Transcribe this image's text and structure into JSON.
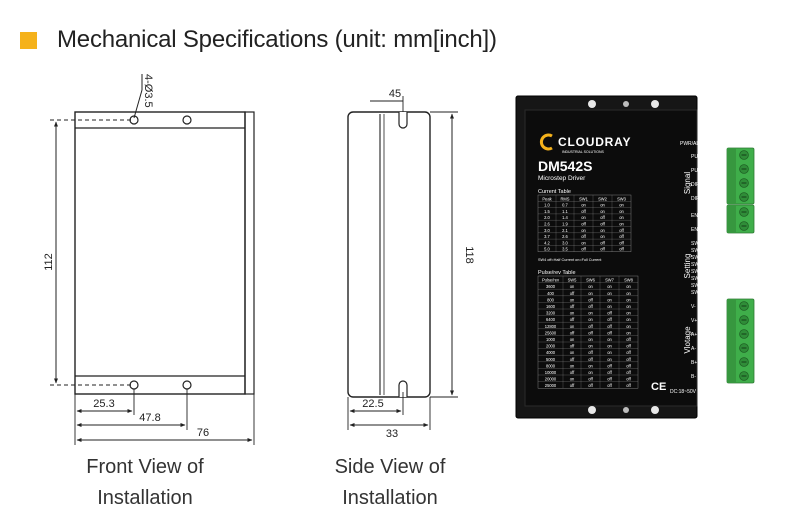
{
  "header": {
    "title": "Mechanical Specifications (unit: mm[inch])",
    "accent_color": "#f5b21b"
  },
  "front_view": {
    "hole_label": "4-Ø3.5",
    "dim_height": "112",
    "dim_a": "25.3",
    "dim_b": "47.8",
    "dim_width": "76",
    "caption_line1": "Front View of",
    "caption_line2": "Installation"
  },
  "side_view": {
    "dim_top": "45",
    "dim_height": "118",
    "dim_a": "22.5",
    "dim_width": "33",
    "caption_line1": "Side View of",
    "caption_line2": "Installation"
  },
  "device": {
    "brand": "CLOUDRAY",
    "brand_sub": "INDUSTRIAL SOLUTIONS",
    "model": "DM542S",
    "subtitle": "Microstep Driver",
    "current_table": {
      "title": "Current Table",
      "headers": [
        "Peak",
        "RMS",
        "SW1",
        "SW2",
        "SW3"
      ],
      "rows": [
        [
          "1.0",
          "0.7",
          "on",
          "on",
          "on"
        ],
        [
          "1.5",
          "1.1",
          "off",
          "on",
          "on"
        ],
        [
          "2.0",
          "1.4",
          "on",
          "off",
          "on"
        ],
        [
          "2.6",
          "1.9",
          "off",
          "off",
          "on"
        ],
        [
          "3.0",
          "2.1",
          "on",
          "on",
          "off"
        ],
        [
          "3.7",
          "2.6",
          "off",
          "on",
          "off"
        ],
        [
          "4.2",
          "3.0",
          "on",
          "off",
          "off"
        ],
        [
          "5.0",
          "3.5",
          "off",
          "off",
          "off"
        ]
      ],
      "note": "SW4 off=Half Current on=Full Current"
    },
    "pulse_table": {
      "title": "Pulse/rev Table",
      "headers": [
        "Pulse/rev",
        "SW5",
        "SW6",
        "SW7",
        "SW8"
      ],
      "rows": [
        [
          "3600",
          "on",
          "on",
          "on",
          "on"
        ],
        [
          "400",
          "off",
          "on",
          "on",
          "on"
        ],
        [
          "800",
          "on",
          "off",
          "on",
          "on"
        ],
        [
          "1600",
          "off",
          "off",
          "on",
          "on"
        ],
        [
          "3200",
          "on",
          "on",
          "off",
          "on"
        ],
        [
          "6400",
          "off",
          "on",
          "off",
          "on"
        ],
        [
          "12800",
          "on",
          "off",
          "off",
          "on"
        ],
        [
          "25600",
          "off",
          "off",
          "off",
          "on"
        ],
        [
          "1000",
          "on",
          "on",
          "on",
          "off"
        ],
        [
          "2000",
          "off",
          "on",
          "on",
          "off"
        ],
        [
          "4000",
          "on",
          "off",
          "on",
          "off"
        ],
        [
          "5000",
          "off",
          "off",
          "on",
          "off"
        ],
        [
          "8000",
          "on",
          "on",
          "off",
          "off"
        ],
        [
          "10000",
          "off",
          "on",
          "off",
          "off"
        ],
        [
          "20000",
          "on",
          "off",
          "off",
          "off"
        ],
        [
          "25000",
          "off",
          "off",
          "off",
          "off"
        ]
      ]
    },
    "right_labels": {
      "pwr": "PWR/ALM",
      "signal_pins": [
        "PUL+",
        "PUL-",
        "DIR+",
        "DIR-",
        "ENA+",
        "ENA-"
      ],
      "signal_group": "Signal",
      "setting_pins": [
        "SW8",
        "SW7",
        "SW6",
        "SW5",
        "SW4",
        "SW3",
        "SW2",
        "SW1"
      ],
      "setting_group": "Setting",
      "voltage_pins": [
        "V-",
        "V+",
        "A+",
        "A-",
        "B+",
        "B-"
      ],
      "voltage_group": "Vlotage",
      "dc": "DC:18~50V"
    },
    "ce": "CE",
    "terminal_color": "#3fae4a"
  }
}
